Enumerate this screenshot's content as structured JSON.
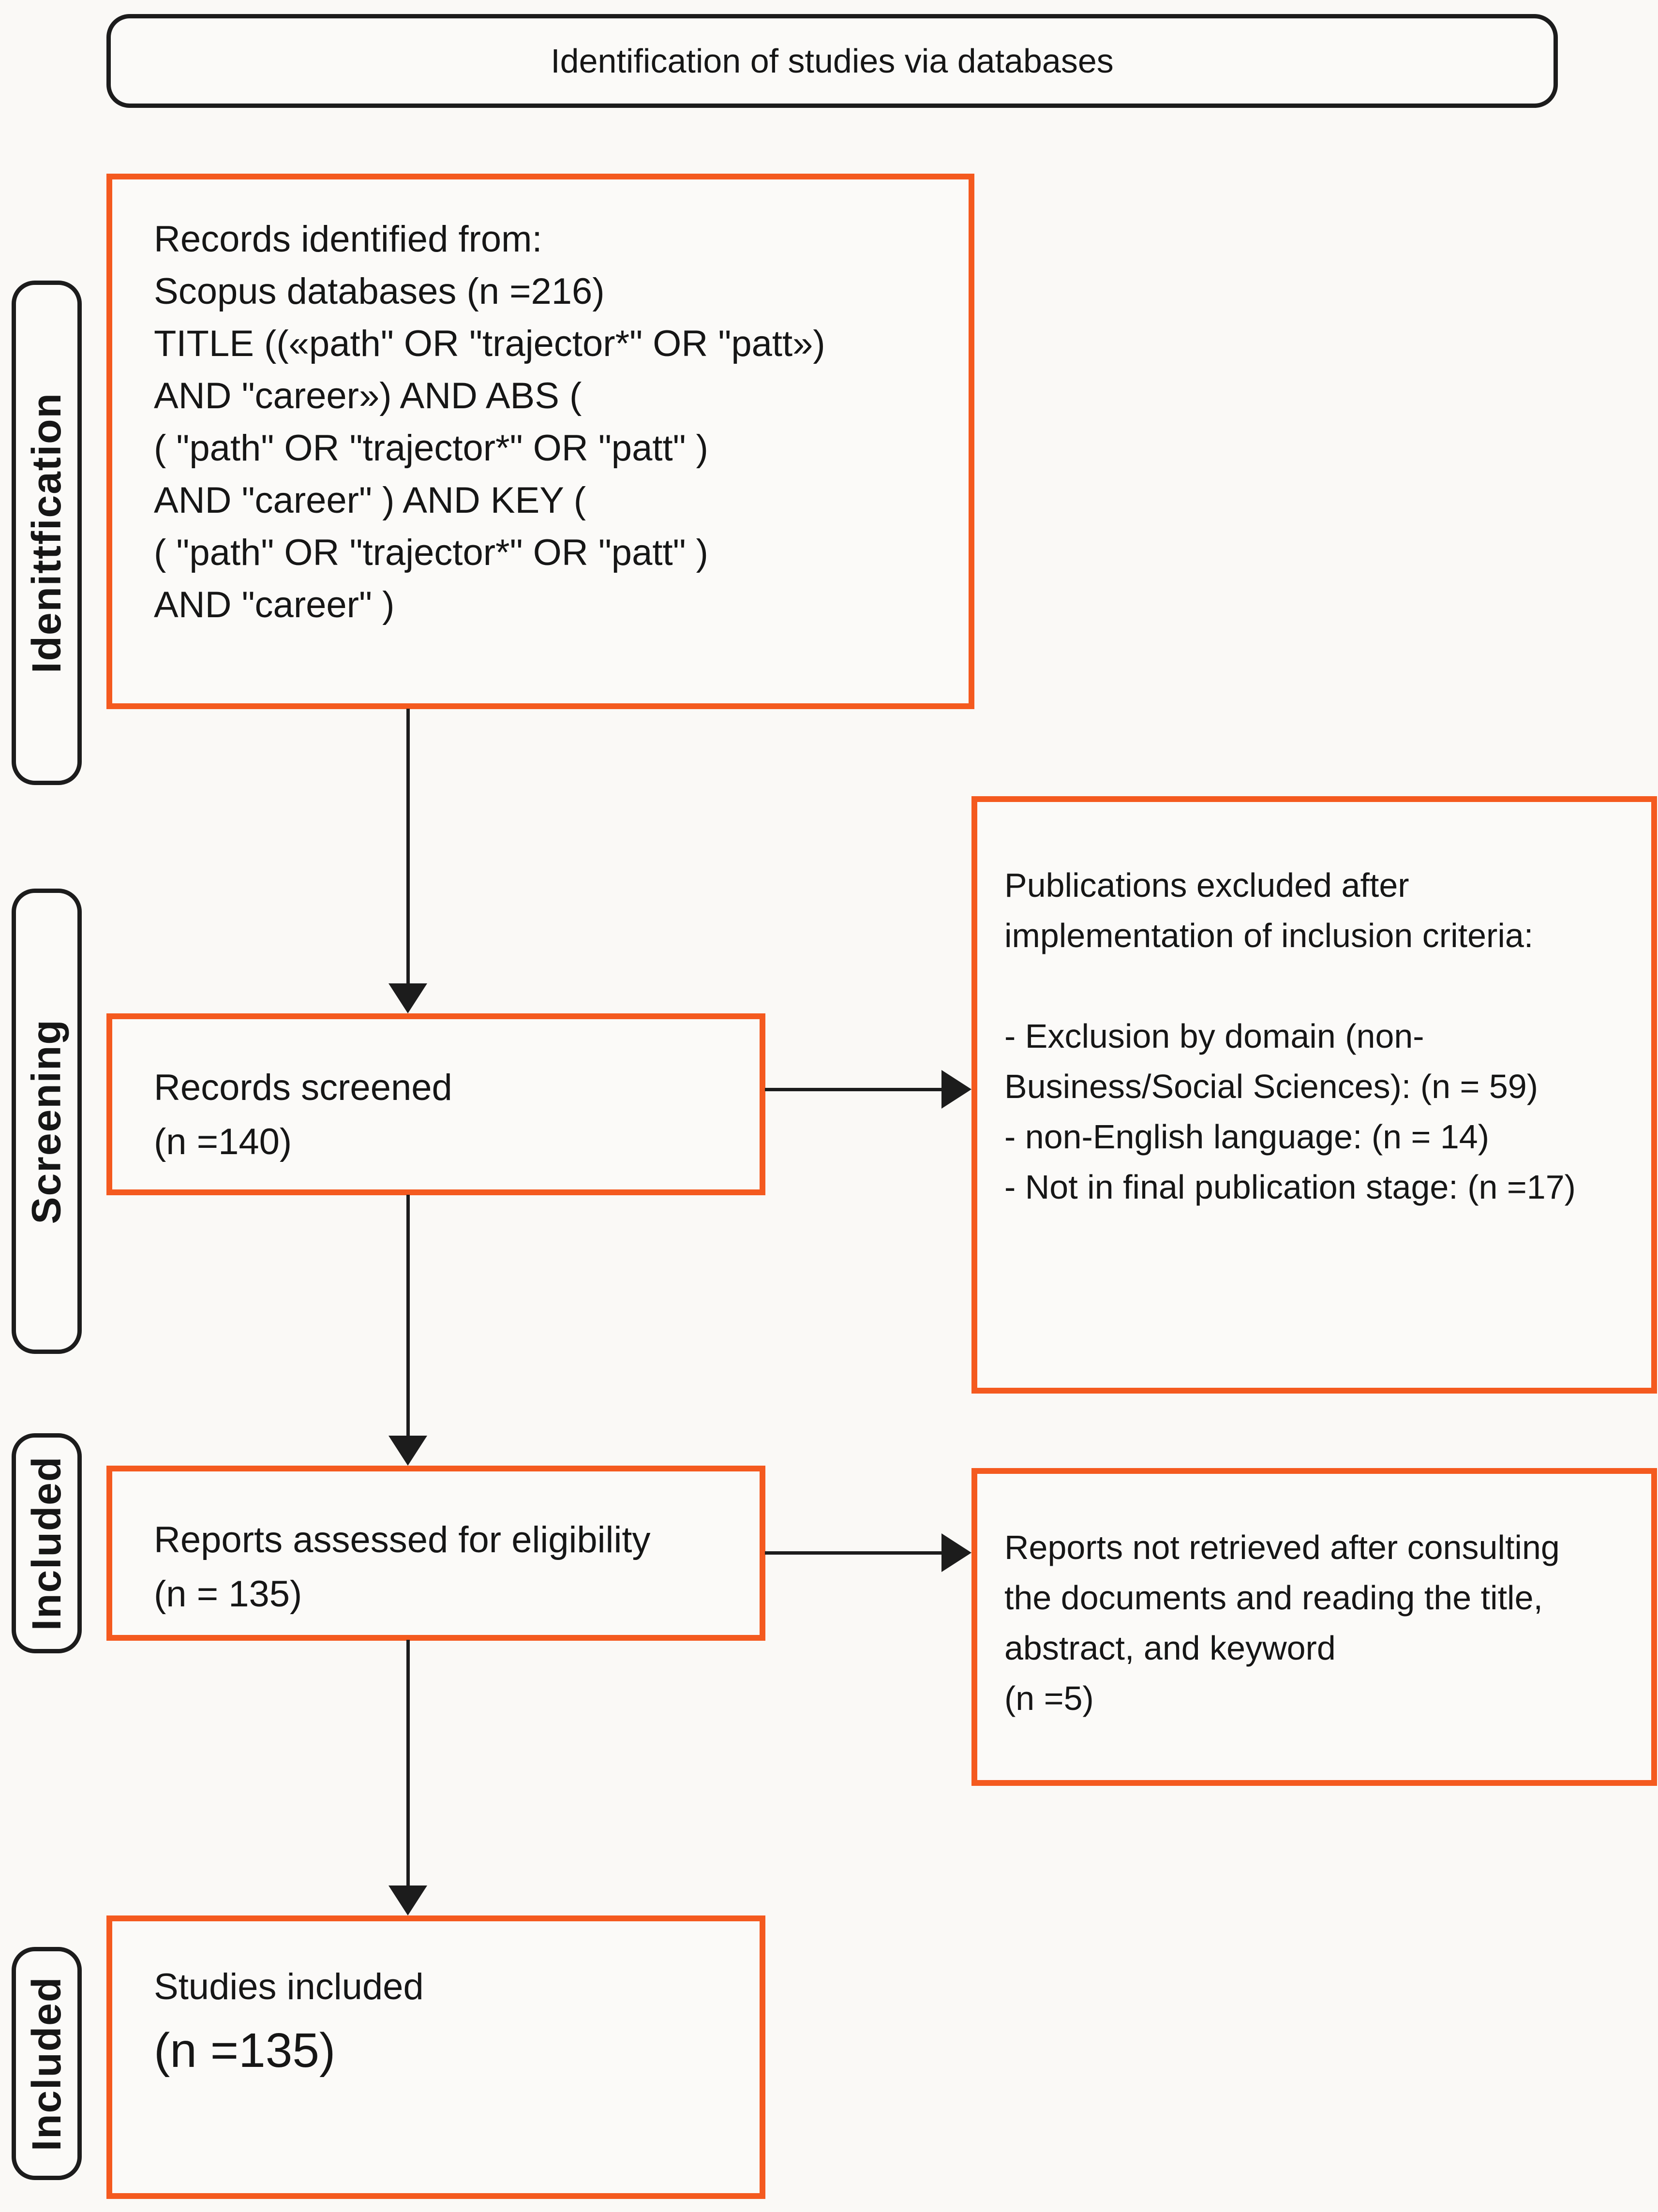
{
  "title": "Identification of studies via databases",
  "colors": {
    "accent_orange": "#f45a1f",
    "outline_black": "#1c1c1c",
    "text": "#161616",
    "background": "#faf9f6"
  },
  "side_labels": [
    {
      "id": "identification",
      "label": "Idenittfication"
    },
    {
      "id": "screening",
      "label": "Screening"
    },
    {
      "id": "included_top",
      "label": "Included"
    },
    {
      "id": "included_bottom",
      "label": "Included"
    }
  ],
  "boxes": {
    "records_identified": {
      "lines": [
        "Records identified from:",
        "Scopus databases (n =216)",
        "TITLE ((«path\" OR \"trajector*\" OR \"patt»)",
        "AND \"career») AND ABS (",
        "( \"path\" OR \"trajector*\" OR \"patt\" )",
        "AND \"career\" ) AND KEY (",
        "( \"path\" OR \"trajector*\" OR \"patt\" )",
        "AND \"career\" )"
      ]
    },
    "records_screened": {
      "lines": [
        "Records screened",
        "(n =140)"
      ]
    },
    "publications_excluded": {
      "lines": [
        "Publications excluded after",
        "implementation of inclusion criteria:",
        "",
        "- Exclusion by domain (non-",
        "Business/Social Sciences): (n = 59)",
        "- non-English language: (n = 14)",
        "- Not in final publication stage: (n =17)"
      ]
    },
    "reports_assessed": {
      "lines": [
        "Reports assessed for eligibility",
        "(n = 135)"
      ]
    },
    "reports_not_retrieved": {
      "lines": [
        "Reports not retrieved after consulting",
        "the documents and reading the title,",
        "abstract, and keyword",
        "(n =5)"
      ]
    },
    "studies_included": {
      "title_line": "Studies included",
      "count_line": "(n =135)"
    }
  }
}
